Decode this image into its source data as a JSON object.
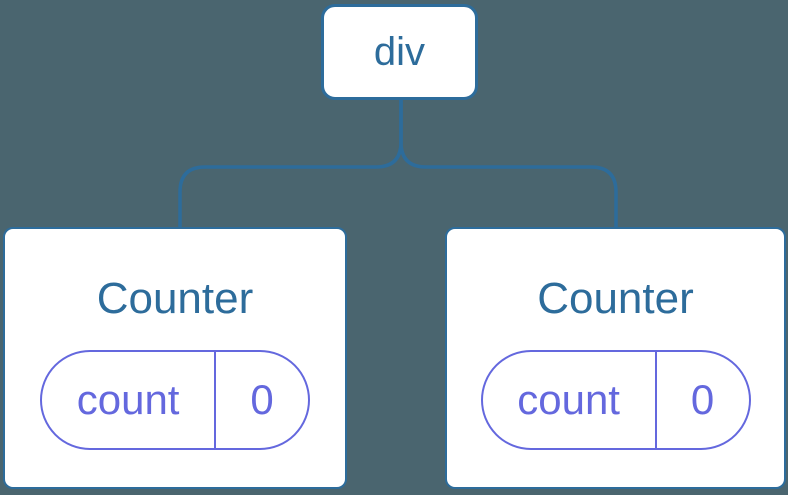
{
  "diagram": {
    "description": "component tree",
    "root": {
      "label": "div"
    },
    "children": [
      {
        "title": "Counter",
        "state": {
          "key": "count",
          "value": "0"
        }
      },
      {
        "title": "Counter",
        "state": {
          "key": "count",
          "value": "0"
        }
      }
    ]
  },
  "colors": {
    "background": "#4a656f",
    "node_blue": "#2d6c9b",
    "state_purple": "#6468de",
    "node_fill": "#ffffff"
  }
}
